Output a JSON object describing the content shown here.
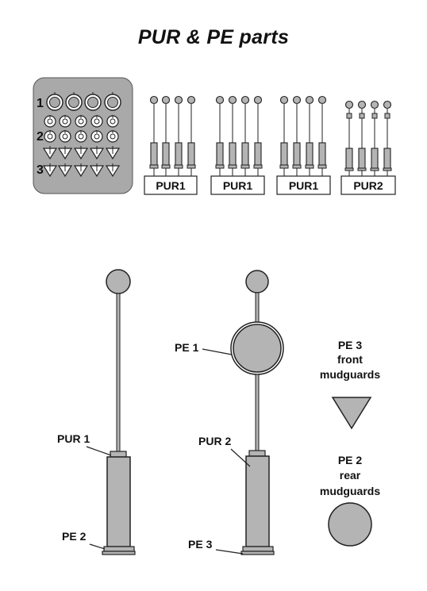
{
  "title": "PUR & PE parts",
  "sprue": {
    "row_labels": [
      "1",
      "2",
      "3"
    ]
  },
  "pur_groups": [
    {
      "label": "PUR1"
    },
    {
      "label": "PUR1"
    },
    {
      "label": "PUR1"
    },
    {
      "label": "PUR2"
    }
  ],
  "assembly_left": {
    "pur_label": "PUR 1",
    "pe_label": "PE 2"
  },
  "assembly_right": {
    "pe1_label": "PE 1",
    "pur_label": "PUR 2",
    "pe3_label": "PE 3"
  },
  "legend": {
    "front": {
      "line1": "PE 3",
      "line2": "front",
      "line3": "mudguards"
    },
    "rear": {
      "line1": "PE 2",
      "line2": "rear",
      "line3": "mudguards"
    }
  },
  "colors": {
    "part_fill": "#b4b4b4",
    "sprue_fill": "#a9a9a9",
    "stroke": "#222222"
  }
}
